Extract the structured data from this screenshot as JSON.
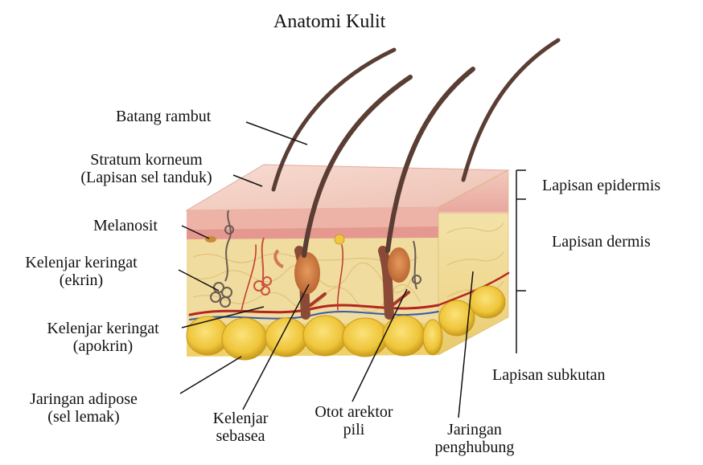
{
  "title": "Anatomi Kulit",
  "labels": {
    "batang_rambut": "Batang rambut",
    "stratum_korneum": "Stratum korneum",
    "lapisan_sel_tanduk": "(Lapisan sel tanduk)",
    "melanosit": "Melanosit",
    "kelenjar_keringat_ekrin_1": "Kelenjar keringat",
    "kelenjar_keringat_ekrin_2": "(ekrin)",
    "kelenjar_keringat_apokrin_1": "Kelenjar keringat",
    "kelenjar_keringat_apokrin_2": "(apokrin)",
    "jaringan_adipose_1": "Jaringan adipose",
    "jaringan_adipose_2": "(sel lemak)",
    "kelenjar_sebasea_1": "Kelenjar",
    "kelenjar_sebasea_2": "sebasea",
    "otot_arektor_1": "Otot arektor",
    "otot_arektor_2": "pili",
    "jaringan_penghubung_1": "Jaringan",
    "jaringan_penghubung_2": "penghubung",
    "lapisan_epidermis": "Lapisan epidermis",
    "lapisan_dermis": "Lapisan dermis",
    "lapisan_subkutan": "Lapisan subkutan"
  },
  "colors": {
    "epidermis": "#f3c7bd",
    "epidermis_top": "#f6d6cc",
    "dermis": "#f1dc9a",
    "fat": "#f1c93c",
    "hair": "#5a3d33",
    "leader_line": "#111111"
  }
}
